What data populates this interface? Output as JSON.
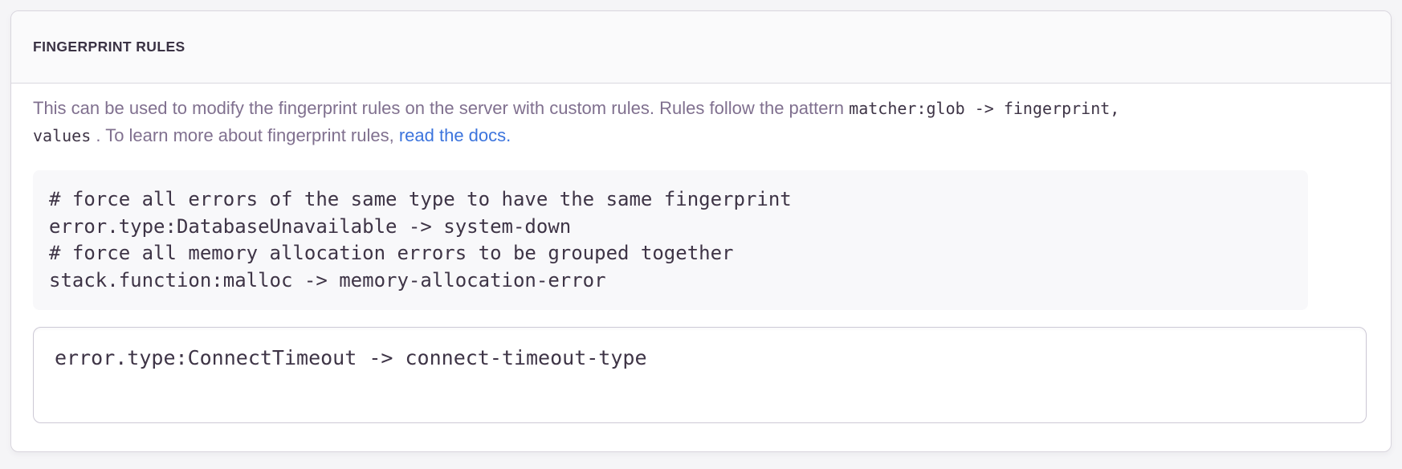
{
  "colors": {
    "page_bg": "#F5F5F7",
    "panel_bg": "#FFFFFF",
    "panel_border": "#D9D6DE",
    "header_bg": "#FAFAFB",
    "title_text": "#3A3244",
    "body_text": "#80708F",
    "code_text": "#3E3446",
    "code_block_bg": "#F8F8FA",
    "link": "#3C74DD",
    "textarea_border": "#CDC9D6"
  },
  "panel": {
    "title": "FINGERPRINT RULES",
    "description": {
      "text_before_code": "This can be used to modify the fingerprint rules on the server with custom rules. Rules follow the pattern ",
      "code_part1": "matcher:glob -> fingerprint,",
      "code_part2": "values",
      "text_after_code": " . To learn more about fingerprint rules, ",
      "link_text": "read the docs",
      "text_suffix": "."
    },
    "example_block": {
      "lines": [
        "# force all errors of the same type to have the same fingerprint",
        "error.type:DatabaseUnavailable -> system-down",
        "# force all memory allocation errors to be grouped together",
        "stack.function:malloc -> memory-allocation-error"
      ]
    },
    "rules_textarea": {
      "value": "error.type:ConnectTimeout -> connect-timeout-type"
    }
  }
}
